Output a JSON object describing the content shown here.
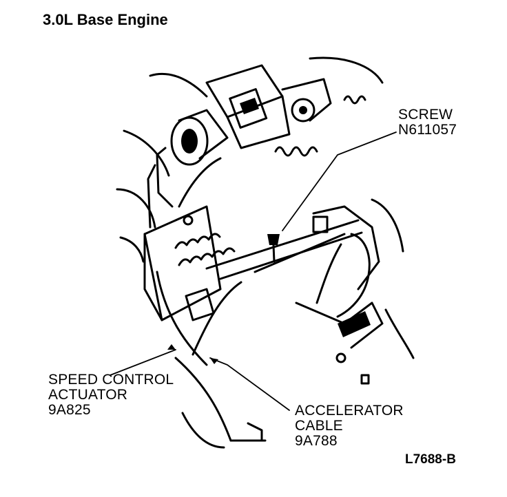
{
  "title": "3.0L Base Engine",
  "callouts": {
    "screw": {
      "line1": "SCREW",
      "line2": "N611057"
    },
    "speed_control_actuator": {
      "line1": "SPEED CONTROL",
      "line2": "ACTUATOR",
      "line3": "9A825"
    },
    "accelerator_cable": {
      "line1": "ACCELERATOR",
      "line2": "CABLE",
      "line3": "9A788"
    }
  },
  "figure_id": "L7688-B",
  "colors": {
    "ink": "#000000",
    "paper": "#ffffff"
  }
}
